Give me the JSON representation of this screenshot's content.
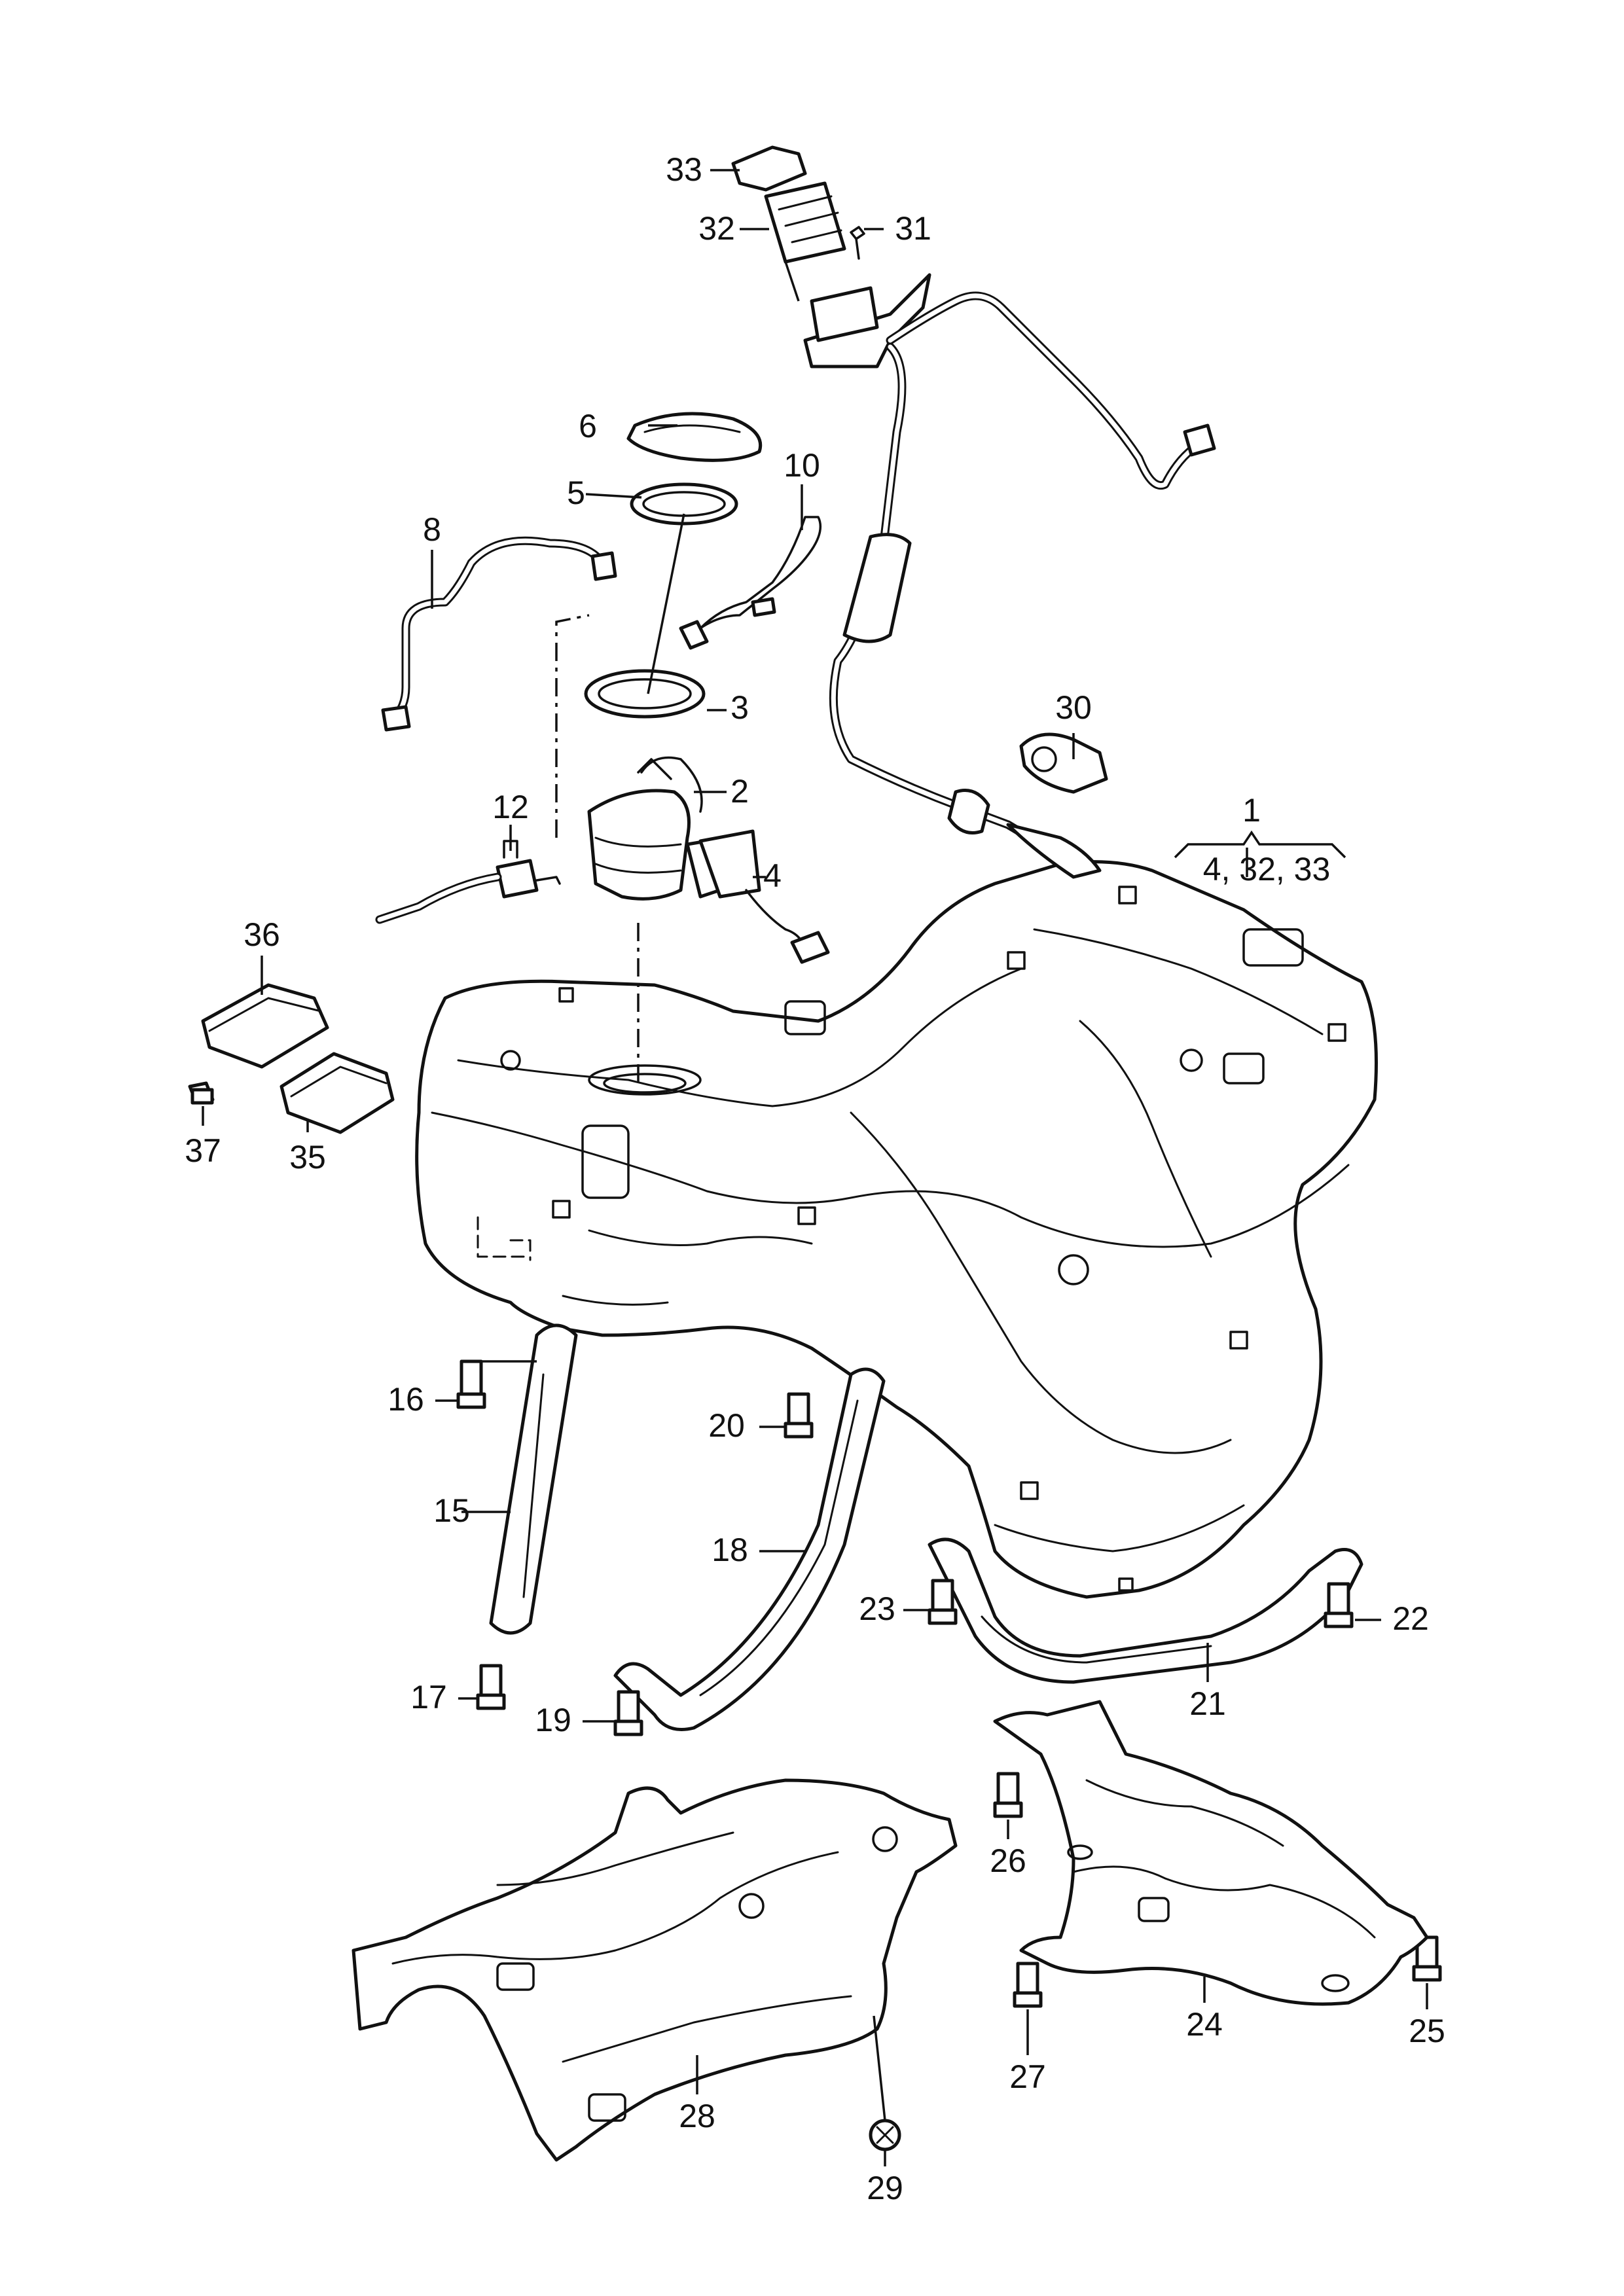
{
  "callouts": [
    {
      "id": "1",
      "text": "1"
    },
    {
      "id": "1sub",
      "text": "4, 32, 33"
    },
    {
      "id": "2",
      "text": "2"
    },
    {
      "id": "3",
      "text": "3"
    },
    {
      "id": "4",
      "text": "4"
    },
    {
      "id": "5",
      "text": "5"
    },
    {
      "id": "6",
      "text": "6"
    },
    {
      "id": "8",
      "text": "8"
    },
    {
      "id": "10",
      "text": "10"
    },
    {
      "id": "12",
      "text": "12"
    },
    {
      "id": "15",
      "text": "15"
    },
    {
      "id": "16",
      "text": "16"
    },
    {
      "id": "17",
      "text": "17"
    },
    {
      "id": "18",
      "text": "18"
    },
    {
      "id": "19",
      "text": "19"
    },
    {
      "id": "20",
      "text": "20"
    },
    {
      "id": "21",
      "text": "21"
    },
    {
      "id": "22",
      "text": "22"
    },
    {
      "id": "23",
      "text": "23"
    },
    {
      "id": "24",
      "text": "24"
    },
    {
      "id": "25",
      "text": "25"
    },
    {
      "id": "26",
      "text": "26"
    },
    {
      "id": "27",
      "text": "27"
    },
    {
      "id": "28",
      "text": "28"
    },
    {
      "id": "29",
      "text": "29"
    },
    {
      "id": "30",
      "text": "30"
    },
    {
      "id": "31",
      "text": "31"
    },
    {
      "id": "32",
      "text": "32"
    },
    {
      "id": "33",
      "text": "33"
    },
    {
      "id": "35",
      "text": "35"
    },
    {
      "id": "36",
      "text": "36"
    },
    {
      "id": "37",
      "text": "37"
    }
  ]
}
